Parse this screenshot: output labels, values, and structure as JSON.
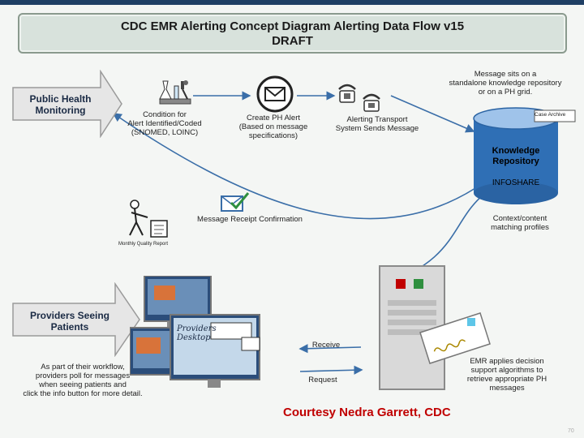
{
  "title": {
    "line1": "CDC EMR Alerting Concept Diagram Alerting Data Flow v15",
    "line2": "DRAFT"
  },
  "public_health": {
    "line1": "Public Health",
    "line2": "Monitoring"
  },
  "providers": {
    "line1": "Providers Seeing",
    "line2": "Patients"
  },
  "steps": {
    "condition": [
      "Condition for",
      "Alert Identified/Coded",
      "(SNOMED, LOINC)"
    ],
    "create_alert": [
      "Create PH Alert",
      "(Based on message",
      "specifications)"
    ],
    "transport": [
      "Alerting Transport",
      "System Sends Message"
    ],
    "message_sits": [
      "Message sits on a",
      "standalone knowledge repository",
      "or on a PH grid."
    ],
    "receipt": "Message Receipt Confirmation",
    "monthly_report": "Monthly Quality Report",
    "context": [
      "Context/content",
      "matching profiles"
    ],
    "emr_applies": [
      "EMR applies decision",
      "support algorithms to",
      "retrieve appropriate PH",
      "messages"
    ],
    "receive": "Receive",
    "request": "Request",
    "workflow": [
      "As part of their workflow,",
      "providers poll for messages",
      "when seeing patients and",
      "click the info button for more detail."
    ]
  },
  "repository": {
    "line1": "Knowledge",
    "line2": "Repository",
    "tag": "INFOSHARE",
    "case_archive": "Case Archive"
  },
  "desktop_label": [
    "Providers",
    "Desktop"
  ],
  "courtesy": "Courtesy Nedra Garrett, CDC",
  "page_number": "70",
  "colors": {
    "arrow_fill": "#e6e6e6",
    "arrow_text": "#1a2a44",
    "repository": "#2f6fb5",
    "courtesy": "#c00000",
    "flow_line": "#3a6ea8"
  }
}
